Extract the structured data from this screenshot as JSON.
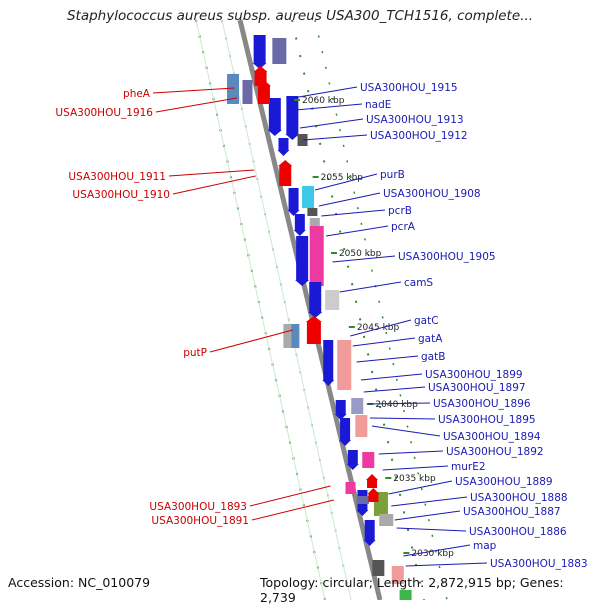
{
  "title": "Staphylococcus aureus subsp. aureus USA300_TCH1516, complete...",
  "accession": "Accession: NC_010079",
  "summary": "Topology: circular; Length: 2,872,915 bp; Genes: 2,739",
  "colors": {
    "forward_label": "#1a1ab4",
    "reverse_label": "#cc0000",
    "backbone": "#8a8a8a",
    "tick": "#1a8a1a"
  },
  "kbp_ticks": [
    "2060 kbp",
    "2055 kbp",
    "2050 kbp",
    "2045 kbp",
    "2040 kbp",
    "2035 kbp",
    "2030 kbp"
  ],
  "forward_genes": [
    "USA300HOU_1915",
    "nadE",
    "USA300HOU_1913",
    "USA300HOU_1912",
    "purB",
    "USA300HOU_1908",
    "pcrB",
    "pcrA",
    "USA300HOU_1905",
    "camS",
    "gatC",
    "gatA",
    "gatB",
    "USA300HOU_1899",
    "USA300HOU_1897",
    "USA300HOU_1896",
    "USA300HOU_1895",
    "USA300HOU_1894",
    "USA300HOU_1892",
    "murE2",
    "USA300HOU_1889",
    "USA300HOU_1888",
    "USA300HOU_1887",
    "USA300HOU_1886",
    "map",
    "USA300HOU_1883"
  ],
  "reverse_genes": [
    "pheA",
    "USA300HOU_1916",
    "USA300HOU_1911",
    "USA300HOU_1910",
    "putP",
    "USA300HOU_1893",
    "USA300HOU_1891"
  ]
}
